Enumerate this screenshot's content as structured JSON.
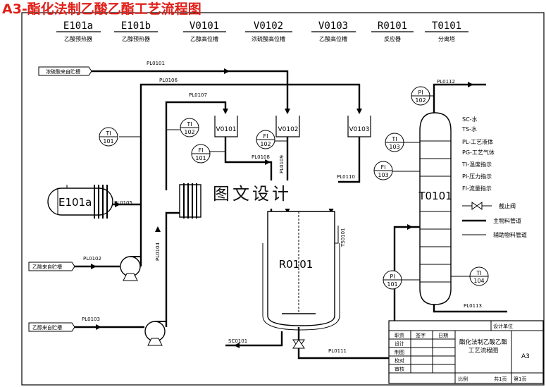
{
  "title": "A3-酯化法制乙酸乙酯工艺流程图",
  "equipment_header": [
    {
      "tag": "E101a",
      "name": "乙酸预热器"
    },
    {
      "tag": "E101b",
      "name": "乙醇预热器"
    },
    {
      "tag": "V0101",
      "name": "乙醇高位槽"
    },
    {
      "tag": "V0102",
      "name": "浓硫酸高位槽"
    },
    {
      "tag": "V0103",
      "name": "乙酸高位槽"
    },
    {
      "tag": "R0101",
      "name": "反应器"
    },
    {
      "tag": "T0101",
      "name": "分离塔"
    }
  ],
  "sources": {
    "h2so4": "浓硫酸来自贮槽",
    "acid": "乙酸来自贮槽",
    "ethanol": "乙醇来自贮槽"
  },
  "pipes": {
    "pl0101": "PL0101",
    "pl0102": "PL0102",
    "pl0103": "PL0103",
    "pl0104": "PL0104",
    "pl0105": "PL0105",
    "pl0106": "PL0106",
    "pl0107": "PL0107",
    "pl0108": "PL0108",
    "pl0109": "PL0109",
    "pl0110": "PL0110",
    "pl0111": "PL0111",
    "pl0112": "PL0112",
    "pl0113": "PL0113",
    "ts0101": "TS0101",
    "sc0101": "SC0101"
  },
  "instruments": {
    "ti101": {
      "code": "TI",
      "num": "101"
    },
    "ti102": {
      "code": "TI",
      "num": "102"
    },
    "fi101": {
      "code": "FI",
      "num": "101"
    },
    "fi102": {
      "code": "FI",
      "num": "102"
    },
    "ti103": {
      "code": "TI",
      "num": "103"
    },
    "fi103": {
      "code": "FI",
      "num": "103"
    },
    "pi102": {
      "code": "PI",
      "num": "102"
    },
    "pi101": {
      "code": "PI",
      "num": "101"
    },
    "ti104": {
      "code": "TI",
      "num": "104"
    }
  },
  "equipment_labels": {
    "e101a": "E101a",
    "v0101": "V0101",
    "v0102": "V0102",
    "v0103": "V0103",
    "r0101": "R0101",
    "t0101": "T0101"
  },
  "legend": {
    "sc": "SC-水",
    "ts": "TS-水",
    "pl": "PL-工艺液体",
    "pg": "PG-工艺气体",
    "ti": "TI-温度指示",
    "pi": "PI-压力指示",
    "fi": "FI-流量指示",
    "valve": "截止阀",
    "main": "主物料管道",
    "aux": "辅助物料管道"
  },
  "watermark": "图文设计",
  "title_block": {
    "design_unit": "设计单位",
    "role": "职责",
    "signature": "签字",
    "date": "日期",
    "drawing_name": "酯化法制乙酸乙酯工艺流程图",
    "design": "设计",
    "draw": "制图",
    "check": "校对",
    "review": "审核",
    "size": "A3",
    "scale": "比例",
    "sheet_total": "共1页",
    "sheet_no": "第1页"
  }
}
